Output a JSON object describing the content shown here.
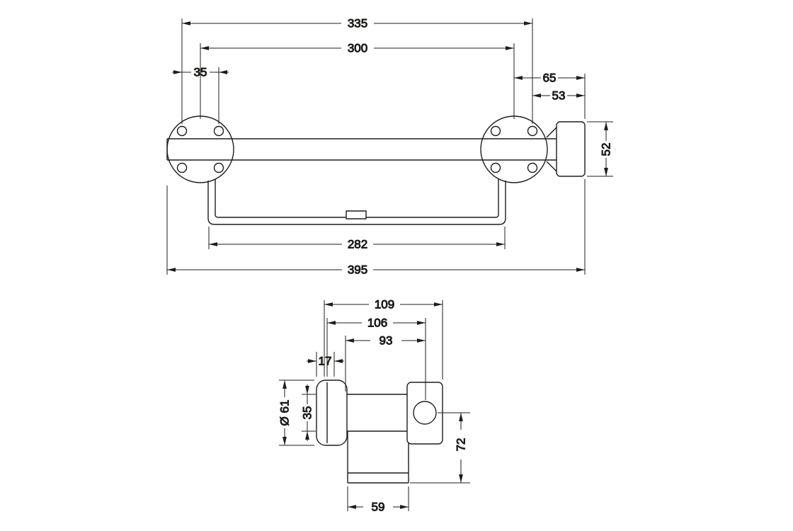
{
  "drawing": {
    "background": "#ffffff",
    "line_color": "#1d1d1b",
    "front_view": {
      "dim_outer_holes": "335",
      "dim_flange_centers": "300",
      "dim_hole_spacing": "35",
      "dim_end_offset": "65",
      "dim_end_inner": "53",
      "dim_plate_height": "52",
      "dim_rail_length": "282",
      "dim_overall_width": "395"
    },
    "top_view": {
      "dim_depth_overall": "109",
      "dim_depth_to_center": "106",
      "dim_depth_inner": "93",
      "dim_flange_thickness": "17",
      "dim_flange_diameter": "Ø 61",
      "dim_bar_width": "35",
      "dim_holder_depth": "72",
      "dim_rail_depth": "59"
    }
  }
}
